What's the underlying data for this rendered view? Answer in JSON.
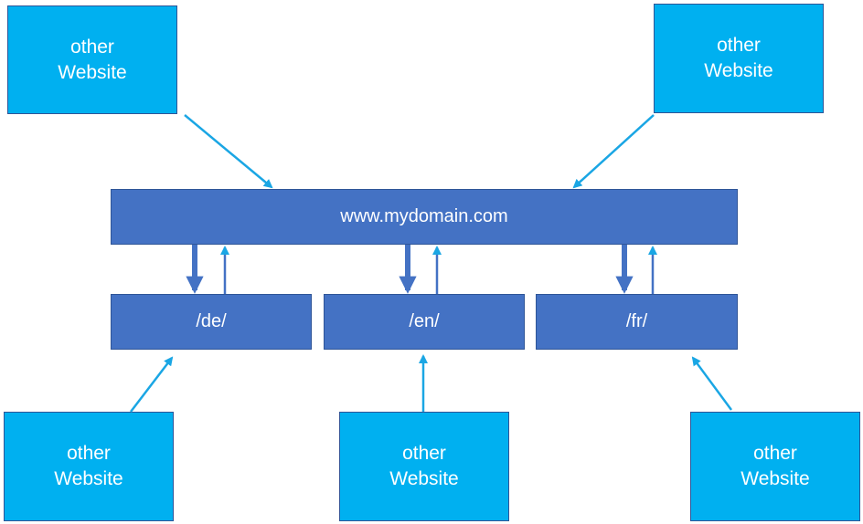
{
  "colors": {
    "external": "#00b0f0",
    "node": "#4472c4",
    "border": "#2f5597",
    "link_arrow": "#1aa6e4",
    "internal_arrow": "#4472c4"
  },
  "domain": {
    "label": "www.mydomain.com"
  },
  "sections": [
    {
      "label": "/de/"
    },
    {
      "label": "/en/"
    },
    {
      "label": "/fr/"
    }
  ],
  "external_sites": [
    {
      "line1": "other",
      "line2": "Website"
    },
    {
      "line1": "other",
      "line2": "Website"
    },
    {
      "line1": "other",
      "line2": "Website"
    },
    {
      "line1": "other",
      "line2": "Website"
    },
    {
      "line1": "other",
      "line2": "Website"
    }
  ]
}
